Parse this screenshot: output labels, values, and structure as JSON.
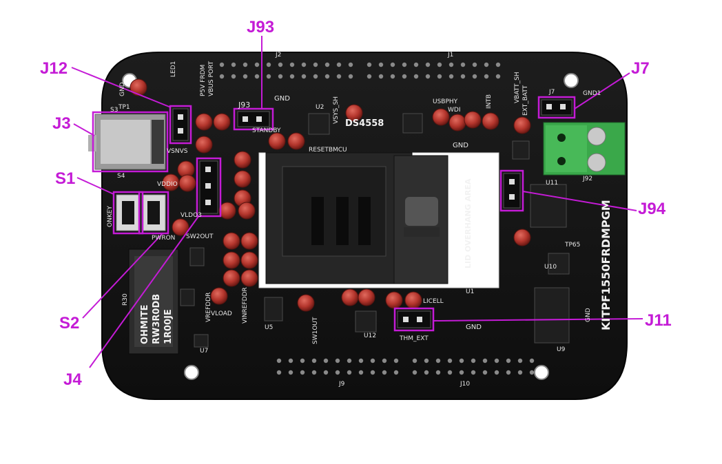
{
  "callouts": {
    "j93": "J93",
    "j12": "J12",
    "j7": "J7",
    "j3": "J3",
    "s1": "S1",
    "j94": "J94",
    "s2": "S2",
    "j11": "J11",
    "j4": "J4"
  },
  "board": {
    "part_label": "DS4558",
    "lid_overhang": "LID OVERHANG AREA",
    "side_label": "KITPF1550FRDMPGM",
    "silk": {
      "gnd_left": "GND",
      "tp1": "TP1",
      "led1": "LED1",
      "p5v_from": "P5V FRDM",
      "vbus_port": "VBUS PORT",
      "j2": "J2",
      "j1": "J1",
      "j93_small": "J93",
      "gnd_top": "GND",
      "standby": "STANDBY",
      "vsys_sh": "VSYS_SH",
      "usbphy": "USBPHY",
      "wdi": "WDI",
      "intb": "INTB",
      "vbatt_sh": "VBATT_SH",
      "ext_batt": "EXT_BATT",
      "j7_small": "J7",
      "gnd1": "GND1",
      "vsnvs": "VSNVS",
      "resetbmcu": "RESETBMCU",
      "gnd_mid": "GND",
      "onkey": "ONKEY",
      "vddio": "VDDIO",
      "pwron": "PWRON",
      "sw2out": "SW2OUT",
      "vldo3": "VLDO3",
      "vrefddr": "VREFDDR",
      "vload": "VLOAD",
      "vinrefddr": "VINREFDDR",
      "swiout": "SW1OUT",
      "thm_ext": "THM_EXT",
      "licell": "LICELL",
      "gnd_right": "GND",
      "gnd_low": "GND",
      "j9": "J9",
      "j10": "J10",
      "u1": "U1",
      "u2": "U2",
      "u5": "U5",
      "u7": "U7",
      "u9": "U9",
      "u10": "U10",
      "u11": "U11",
      "u12": "U12",
      "s3": "S3",
      "s4": "S4",
      "r30": "R30",
      "tp65": "TP65",
      "j92": "J92"
    },
    "inductor": [
      "OHMITE",
      "RW3R0DB",
      "1R00JE"
    ]
  },
  "colors": {
    "callout": "#c41bd6",
    "pcb": "#141414",
    "terminal": "#3aa84a",
    "socket": "#2a2a2a"
  }
}
